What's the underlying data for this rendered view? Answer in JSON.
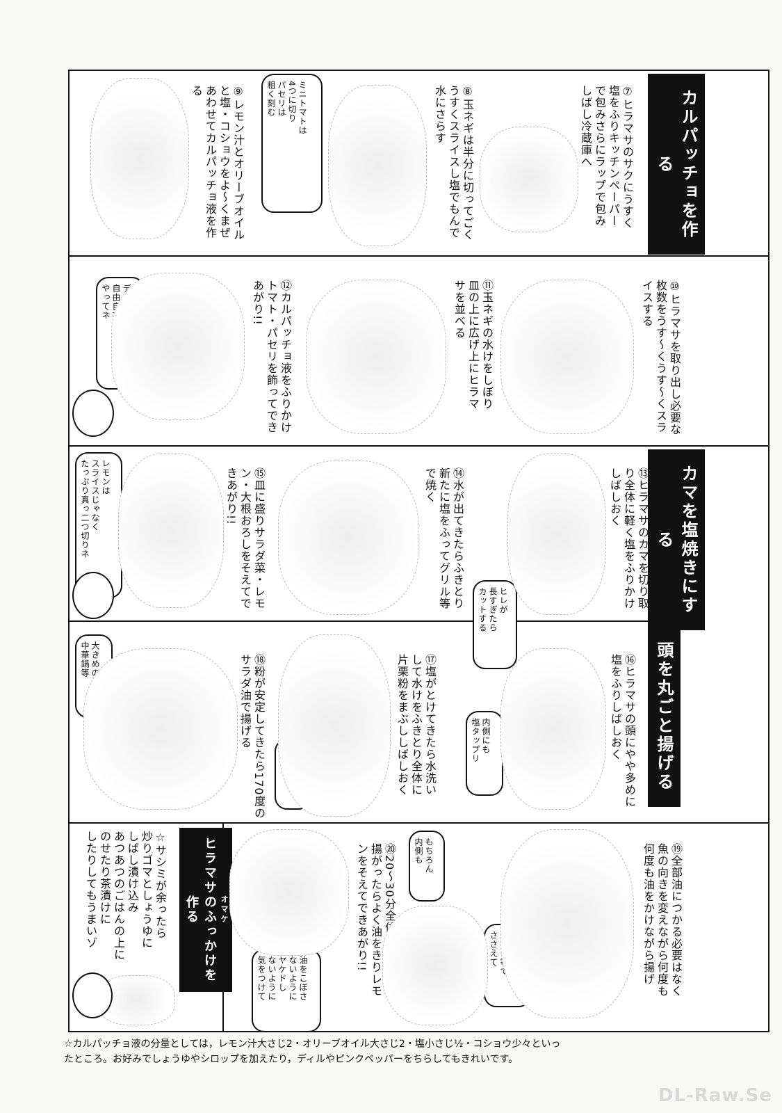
{
  "headers": {
    "carpaccio": "カルパッチョを作る",
    "kama": "カマを塩焼きにする",
    "head": "頭を丸ごと揚げる",
    "furikake_small": "オマケ",
    "furikake": "ヒラマサのふっかけを作る"
  },
  "steps": {
    "s7": "⑦ヒラマサのサクにうすく\n塩をふりキッチンペーパー\nで包みさらにラップで包み\nしばし冷蔵庫へ",
    "s8": "⑧玉ネギは半分に切ってごく\nうすくスライスし塩でもんで\n水にさらす",
    "s9": "⑨レモン汁とオリーブオイル\nと塩・コショウをよ〜くまぜ\nあわせてカルパッチョ液を作\nる",
    "s10": "⑩ヒラマサを取り出し必要な\n枚数をうす〜くうす〜くスラ\nイスする",
    "s11": "⑪玉ネギの水けをしぼり\n皿の上に広げ上にヒラマ\nサを並べる",
    "s12": "⑫カルパッチョ液をふりかけ\nトマト・パセリを飾ってでき\nあがり!!",
    "s13": "⑬ヒラマサのカマを切り取\nり全体に軽く塩をふりかけ\nしばしおく",
    "s14": "⑭水が出てきたらふきとり\n新たに塩をふってグリル等\nで焼く",
    "s15": "⑮皿に盛りサラダ菜・レモ\nン・大根おろしをそえてで\nきあがり!!",
    "s16": "⑯ヒラマサの頭にやや多めに\n塩をふりしばしおく",
    "s17": "⑰塩がとけてきたら水洗い\nして水けをふきとり全体に\n片栗粉をまぶししばしおく",
    "s18": "⑱粉が安定してきたら170度の\nサラダ油で揚げる",
    "s19": "⑲全部油につかる必要はなく\n魚の向きを変えながら何度も\n何度も油をかけながら揚げ",
    "s20": "⑳20〜30分全体が香ばしく\n揚がったらよく油をきりレモ\nンをそえてできあがり!!",
    "omake": "☆サシミが余ったら\n炒りゴマとしょうゆに\nしばし漬け込み\nあつあつのごはんの上に\nのせたり茶漬けに\nしたりしてもうまいゾ"
  },
  "bubbles": {
    "tomato": "ミニトマトは\n4つに切り\nパセリは\n粗く刻む",
    "design": "デザインは\n自由自在に\nやってネ",
    "lemon": "レモンは\nスライスじゃなく\nたっぷり真っ二つ切りネ",
    "hire": "ヒレが\n長すぎたら\nカットする",
    "wok": "大きめの\n中華鍋等",
    "inside1": "もちろん\n内側も",
    "inside2": "内側にも\n塩タップリ",
    "inside3": "もちろん\n内側も",
    "tongs": "しっかり\nトング等で\nささえて",
    "oil": "油をこぼさ\nないように\nヤケドし\nないように\n気をつけて"
  },
  "footnote": {
    "line1": "☆カルパッチョ液の分量としては，レモン汁大さじ2・オリーブオイル大さじ2・塩小さじ½・コショウ少々といっ",
    "line2": "たところ。お好みでしょうゆやシロップを加えたり，ディルやピンクペッパーをちらしてもきれいです。"
  },
  "watermark": "DL-Raw.Se"
}
